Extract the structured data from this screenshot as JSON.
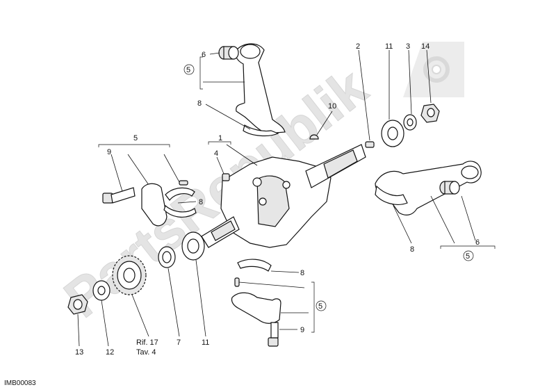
{
  "watermark": "PartsRepublik",
  "image_code": "IMB00083",
  "callouts": {
    "c1": "1",
    "c2": "2",
    "c3": "3",
    "c4": "4",
    "c5_top": "5",
    "c6_top": "6",
    "c6_right": "6",
    "c7": "7",
    "c8_top": "8",
    "c8_left": "8",
    "c8_right": "8",
    "c8_bottom": "8",
    "c9_left": "9",
    "c9_bottom": "9",
    "c10": "10",
    "c11_top": "11",
    "c11_bottom": "11",
    "c12": "12",
    "c13": "13",
    "c14": "14",
    "group5_top": "5",
    "group5_right": "5",
    "group5_bottom": "5",
    "ref_line1": "Rif. 17",
    "ref_line2": "Tav. 4"
  }
}
